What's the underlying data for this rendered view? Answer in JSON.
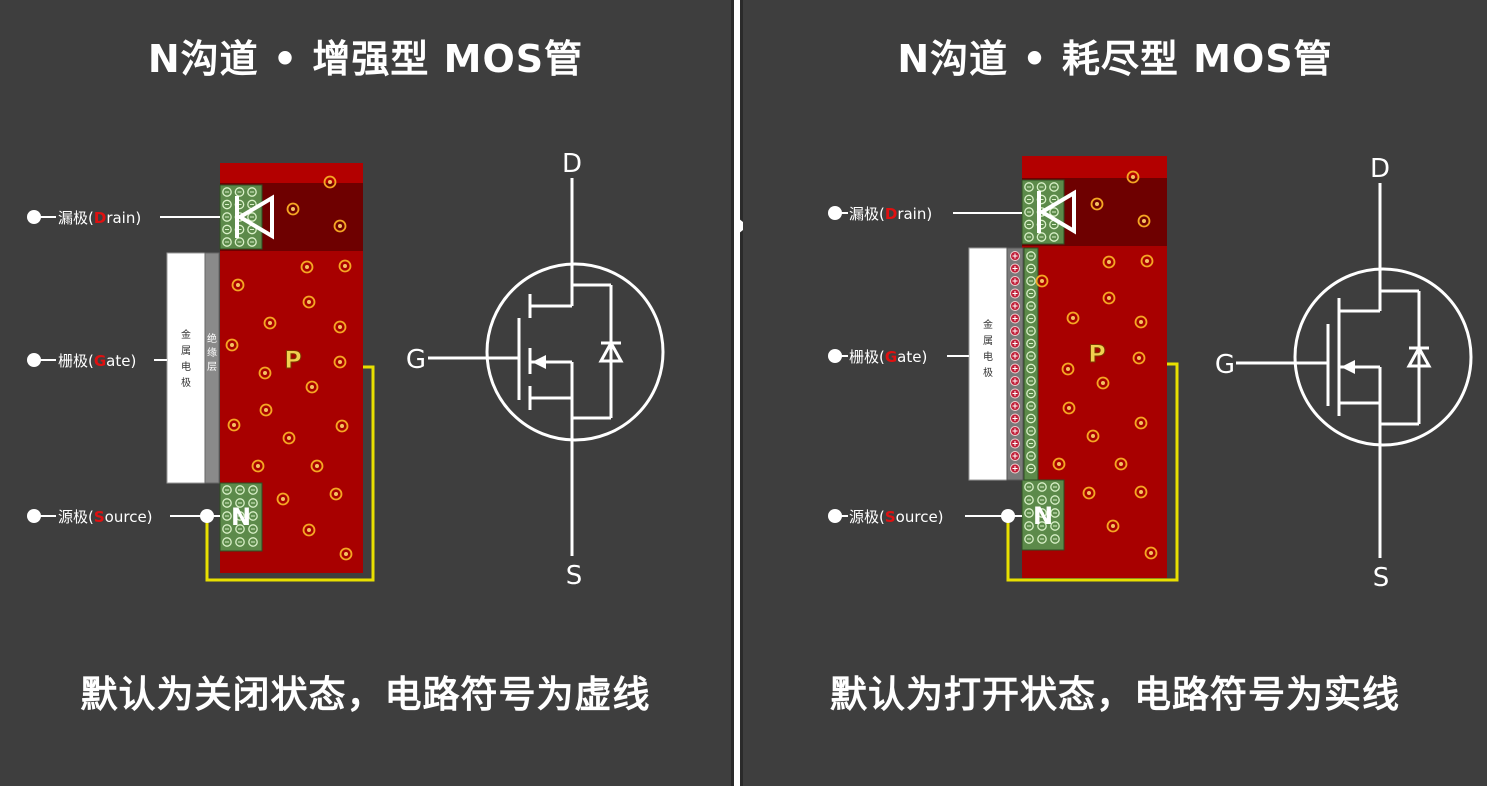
{
  "left": {
    "title": "N沟道 • 增强型 MOS管",
    "caption": "默认为关闭状态，电路符号为虚线",
    "labels": {
      "drain_prefix": "漏极(",
      "drain_letter": "D",
      "drain_suffix": "rain)",
      "gate_prefix": "栅极(",
      "gate_letter": "G",
      "gate_suffix": "ate)",
      "source_prefix": "源极(",
      "source_letter": "S",
      "source_suffix": "ource)",
      "metal_electrode": [
        "金",
        "属",
        "电",
        "极"
      ],
      "insulating_layer": [
        "绝",
        "缘",
        "层"
      ],
      "p_region": "P",
      "n_region": "N"
    },
    "symbol": {
      "d": "D",
      "g": "G",
      "s": "S",
      "channel": "dashed"
    }
  },
  "right": {
    "title": "N沟道 • 耗尽型 MOS管",
    "caption": "默认为打开状态，电路符号为实线",
    "labels": {
      "drain_prefix": "漏极(",
      "drain_letter": "D",
      "drain_suffix": "rain)",
      "gate_prefix": "栅极(",
      "gate_letter": "G",
      "gate_suffix": "ate)",
      "source_prefix": "源极(",
      "source_letter": "S",
      "source_suffix": "ource)",
      "metal_electrode": [
        "金",
        "属",
        "电",
        "极"
      ],
      "p_region": "P",
      "n_region": "N"
    },
    "symbol": {
      "d": "D",
      "g": "G",
      "s": "S",
      "channel": "solid"
    }
  },
  "colors": {
    "background": "#3e3e3e",
    "p_substrate": "#a80000",
    "n_region": "#5c8a4a",
    "wire": "#e8e000",
    "text": "#ffffff",
    "label_letter": "#e01010"
  }
}
